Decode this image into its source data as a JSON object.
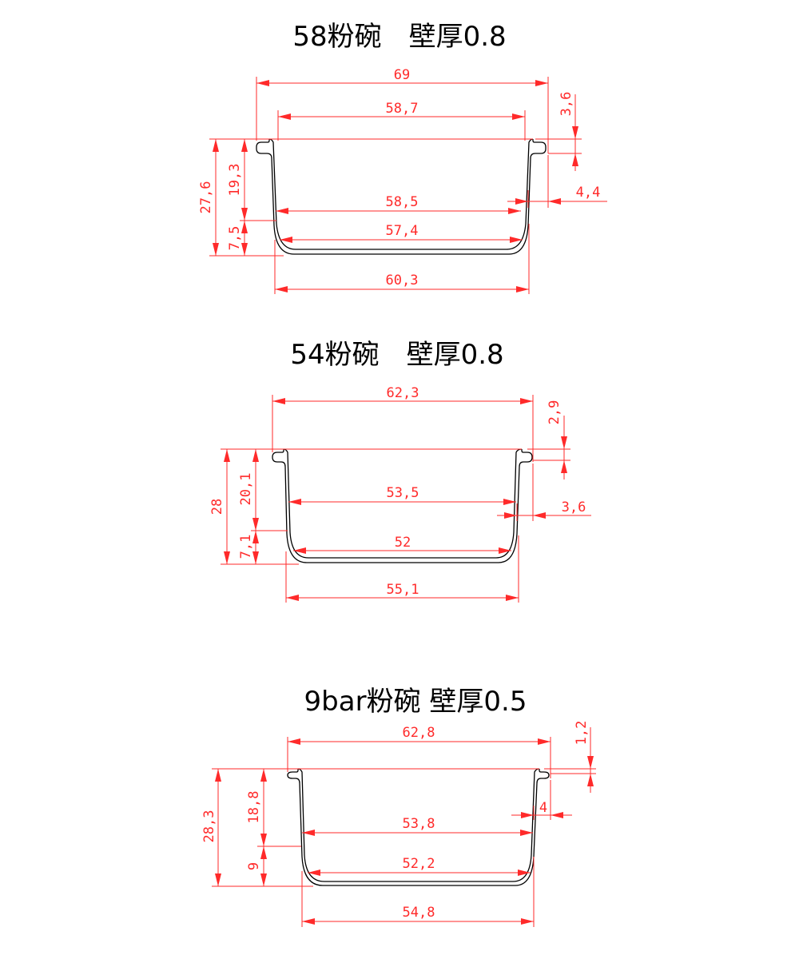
{
  "colors": {
    "dimension": "#ff2a2a",
    "outline": "#000000",
    "background": "#ffffff"
  },
  "drawings": [
    {
      "title": "58粉碗　壁厚0.8",
      "dims": {
        "top_width": "69",
        "inner_top_width": "58,7",
        "lip_height": "3,6",
        "lip_offset": "4,4",
        "mid_width": "58,5",
        "bottom_inner_width": "57,4",
        "bottom_width": "60,3",
        "total_height": "27,6",
        "upper_height": "19,3",
        "lower_height": "7,5"
      }
    },
    {
      "title": "54粉碗　壁厚0.8",
      "dims": {
        "top_width": "62,3",
        "lip_height": "2,9",
        "lip_offset": "3,6",
        "mid_width": "53,5",
        "bottom_inner_width": "52",
        "bottom_width": "55,1",
        "total_height": "28",
        "upper_height": "20,1",
        "lower_height": "7,1"
      }
    },
    {
      "title": "9bar粉碗 壁厚0.5",
      "dims": {
        "top_width": "62,8",
        "lip_height": "1,2",
        "lip_offset": "4",
        "mid_width": "53,8",
        "bottom_inner_width": "52,2",
        "bottom_width": "54,8",
        "total_height": "28,3",
        "upper_height": "18,8",
        "lower_height": "9"
      }
    }
  ]
}
